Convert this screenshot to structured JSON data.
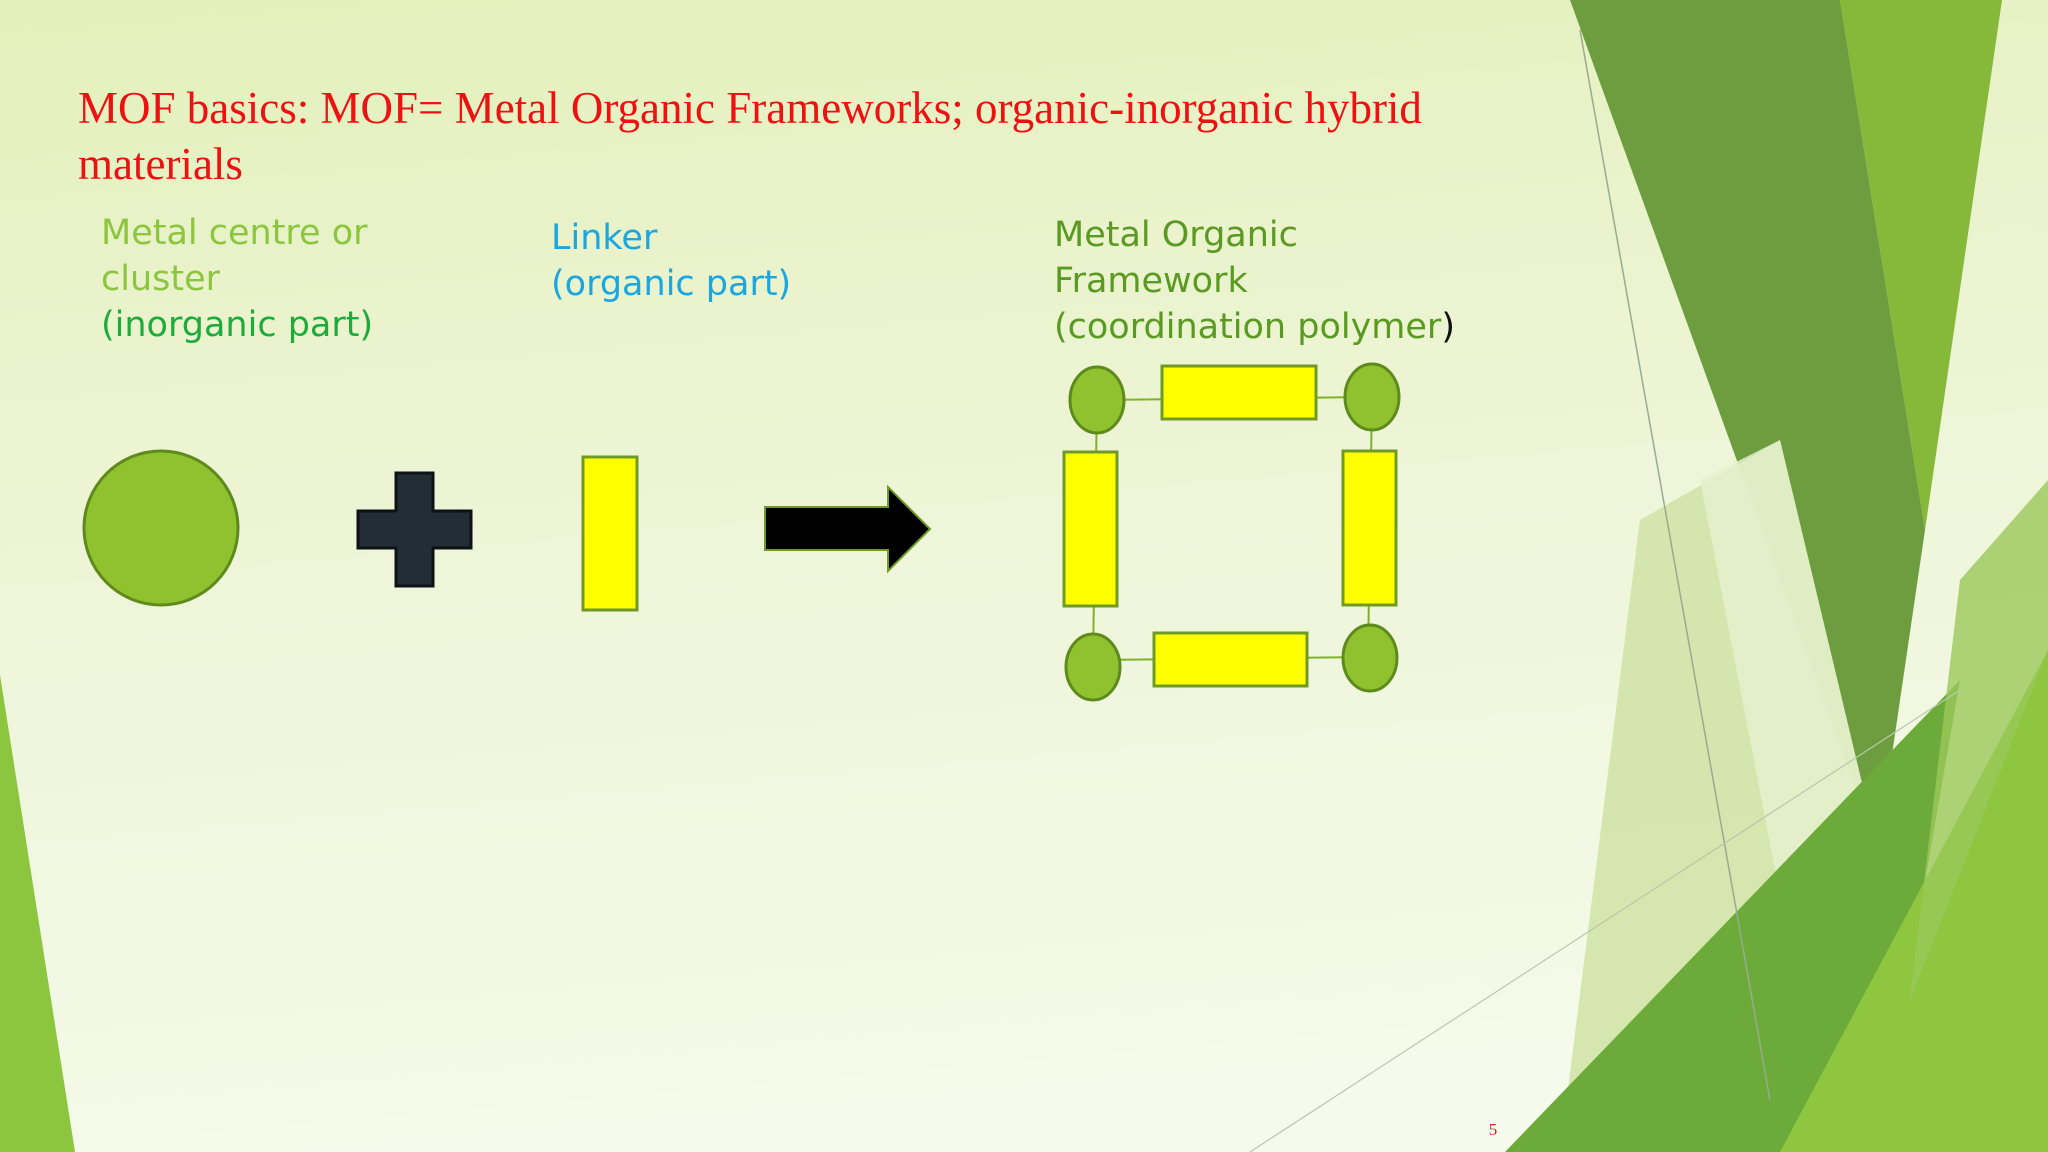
{
  "slide": {
    "title": "MOF basics: MOF= Metal Organic Frameworks; organic-inorganic hybrid materials",
    "page_number": "5"
  },
  "labels": {
    "metal_line1": "Metal centre or",
    "metal_line2": "cluster",
    "metal_line3": "(inorganic part)",
    "linker_line1": "Linker",
    "linker_line2": "(organic part)",
    "mof_line1": "Metal Organic",
    "mof_line2": "Framework",
    "mof_line3": "(coordination polymer",
    "mof_line3_close": ")"
  },
  "colors": {
    "title": "#ee1111",
    "metal_label": "#8cc63f",
    "inorganic_label": "#1faa3c",
    "linker_label": "#1aa7e0",
    "mof_label": "#5a9a22",
    "node_fill": "#8fc22e",
    "linker_fill": "#ffff00",
    "plus_fill": "#232d36",
    "arrow_fill": "#000000"
  },
  "icons": {
    "plus": "plus-icon",
    "arrow": "right-arrow-icon"
  }
}
